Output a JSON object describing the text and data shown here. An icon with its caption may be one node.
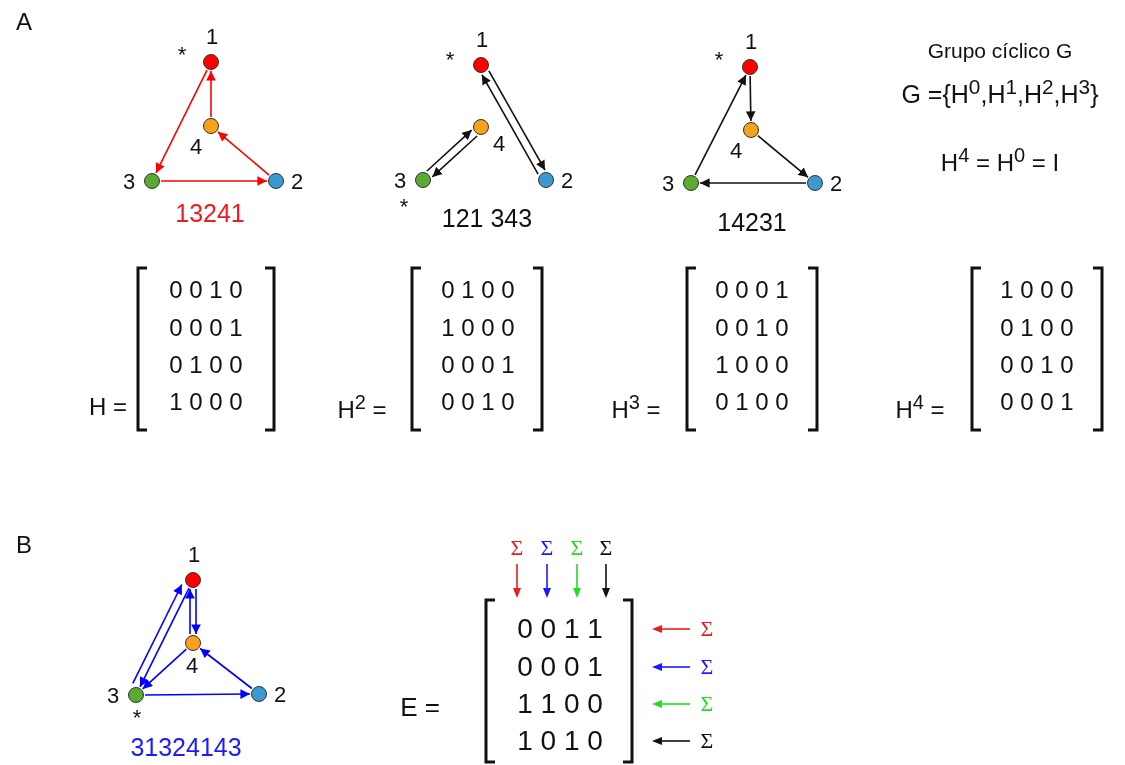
{
  "diagram": {
    "nodes": [
      {
        "text": [],
        "shape": "circle",
        "beside": [
          "1",
          "*"
        ]
      },
      {
        "text": [],
        "shape": "circle",
        "beside": [
          "4"
        ]
      },
      {
        "text": [],
        "shape": "circle",
        "beside": [
          "3"
        ]
      },
      {
        "text": [],
        "shape": "circle",
        "beside": [
          "2"
        ]
      },
      {
        "text": [],
        "shape": "circle",
        "beside": [
          "1",
          "*"
        ]
      },
      {
        "text": [],
        "shape": "circle",
        "beside": [
          "4"
        ]
      },
      {
        "text": [],
        "shape": "circle",
        "beside": [
          "3",
          "*"
        ]
      },
      {
        "text": [],
        "shape": "circle",
        "beside": [
          "2"
        ]
      },
      {
        "text": [],
        "shape": "circle",
        "beside": [
          "1",
          "*"
        ]
      },
      {
        "text": [],
        "shape": "circle",
        "beside": [
          "4"
        ]
      },
      {
        "text": [],
        "shape": "circle",
        "beside": [
          "3"
        ]
      },
      {
        "text": [],
        "shape": "circle",
        "beside": [
          "2"
        ]
      },
      {
        "text": [],
        "shape": "circle",
        "beside": [
          "1"
        ]
      },
      {
        "text": [],
        "shape": "circle",
        "beside": [
          "4"
        ]
      },
      {
        "text": [],
        "shape": "circle",
        "beside": [
          "3",
          "*"
        ]
      },
      {
        "text": [],
        "shape": "circle",
        "beside": [
          "2"
        ]
      }
    ],
    "edges": [
      {
        "from": 0,
        "to": 2,
        "arrow": "to",
        "color": "#ff0000"
      },
      {
        "from": 2,
        "to": 3,
        "arrow": "to",
        "color": "#ff0000"
      },
      {
        "from": 3,
        "to": 1,
        "arrow": "to",
        "color": "#ff0000"
      },
      {
        "from": 1,
        "to": 0,
        "arrow": "to",
        "color": "#ff0000"
      },
      {
        "from": 4,
        "to": 7,
        "arrow": "to"
      },
      {
        "from": 7,
        "to": 4,
        "arrow": "to"
      },
      {
        "from": 6,
        "to": 5,
        "arrow": "to"
      },
      {
        "from": 5,
        "to": 6,
        "arrow": "to"
      },
      {
        "from": 8,
        "to": 9,
        "arrow": "to"
      },
      {
        "from": 9,
        "to": 11,
        "arrow": "to"
      },
      {
        "from": 11,
        "to": 10,
        "arrow": "to"
      },
      {
        "from": 10,
        "to": 8,
        "arrow": "to"
      },
      {
        "from": 14,
        "to": 12,
        "arrow": "to",
        "color": "#0000ff"
      },
      {
        "from": 12,
        "to": 14,
        "arrow": "to",
        "color": "#0000ff"
      },
      {
        "from": 14,
        "to": 15,
        "arrow": "to",
        "color": "#0000ff"
      },
      {
        "from": 15,
        "to": 13,
        "arrow": "to",
        "color": "#0000ff"
      },
      {
        "from": 13,
        "to": 12,
        "arrow": "to",
        "color": "#0000ff"
      },
      {
        "from": 12,
        "to": 13,
        "arrow": "to",
        "color": "#0000ff"
      },
      {
        "from": 13,
        "to": 14,
        "arrow": "to",
        "color": "#0000ff"
      }
    ],
    "labels": [
      "A",
      "Grupo cíclico G",
      "G ={H$^{0}$,H$^{1}$,H$^{2}$,H$^{3}$}",
      "13241",
      "121 343",
      "14231",
      "H$^{4}$ = H$^{0}$ = I",
      "H =",
      "0 0 1 0",
      "0 0 0 1",
      "0 1 0 0",
      "1 0 0 0",
      "H$^{2}$ =",
      "0 1 0 0",
      "1 0 0 0",
      "0 0 0 1",
      "0 0 1 0",
      "H$^{3}$ =",
      "0 0 0 1",
      "0 0 1 0",
      "1 0 0 0",
      "0 1 0 0",
      "H$^{4}$ =",
      "1 0 0 0",
      "0 1 0 0",
      "0 0 1 0",
      "0 0 0 1",
      "B",
      "31324143",
      "Σ",
      "Σ",
      "Σ",
      "Σ",
      "E =",
      "0 0 1 1",
      "0 0 0 1",
      "1 1 0 0",
      "1 0 1 0",
      "Σ",
      "Σ",
      "Σ",
      "Σ"
    ]
  }
}
